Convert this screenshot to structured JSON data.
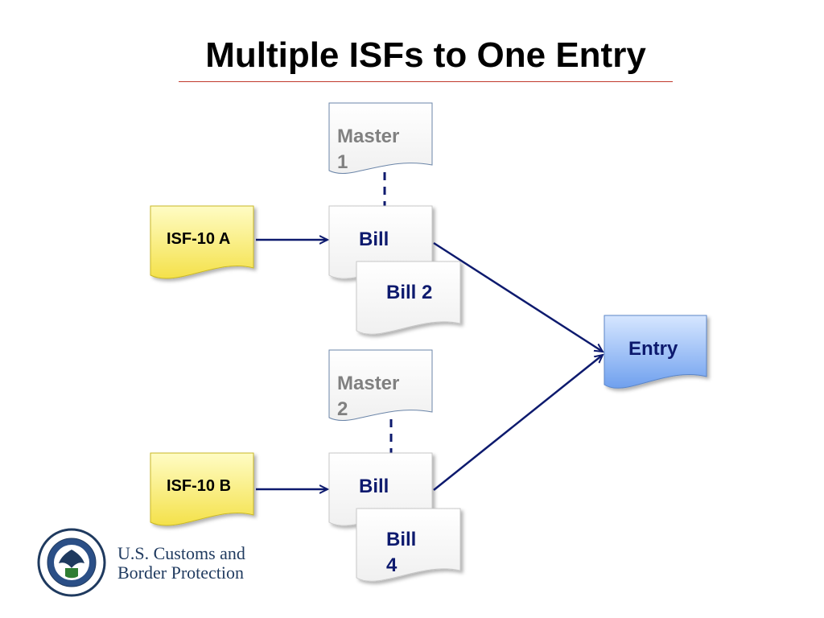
{
  "title": "Multiple ISFs to One Entry",
  "nodes": {
    "isf_a": "ISF-10 A",
    "isf_b": "ISF-10 B",
    "master1": "Master 1",
    "master2": "Master 2",
    "bill1": "Bill 1",
    "bill2": "Bill 2",
    "bill3": "Bill 3",
    "bill4": "Bill 4",
    "entry": "Entry"
  },
  "footer": {
    "org_line1": "U.S. Customs and",
    "org_line2": "Border Protection"
  },
  "colors": {
    "isf_fill": "#fff27a",
    "entry_fill": "#8fb8f5",
    "connector": "#0d1a6e",
    "title_rule": "#c0392b"
  }
}
